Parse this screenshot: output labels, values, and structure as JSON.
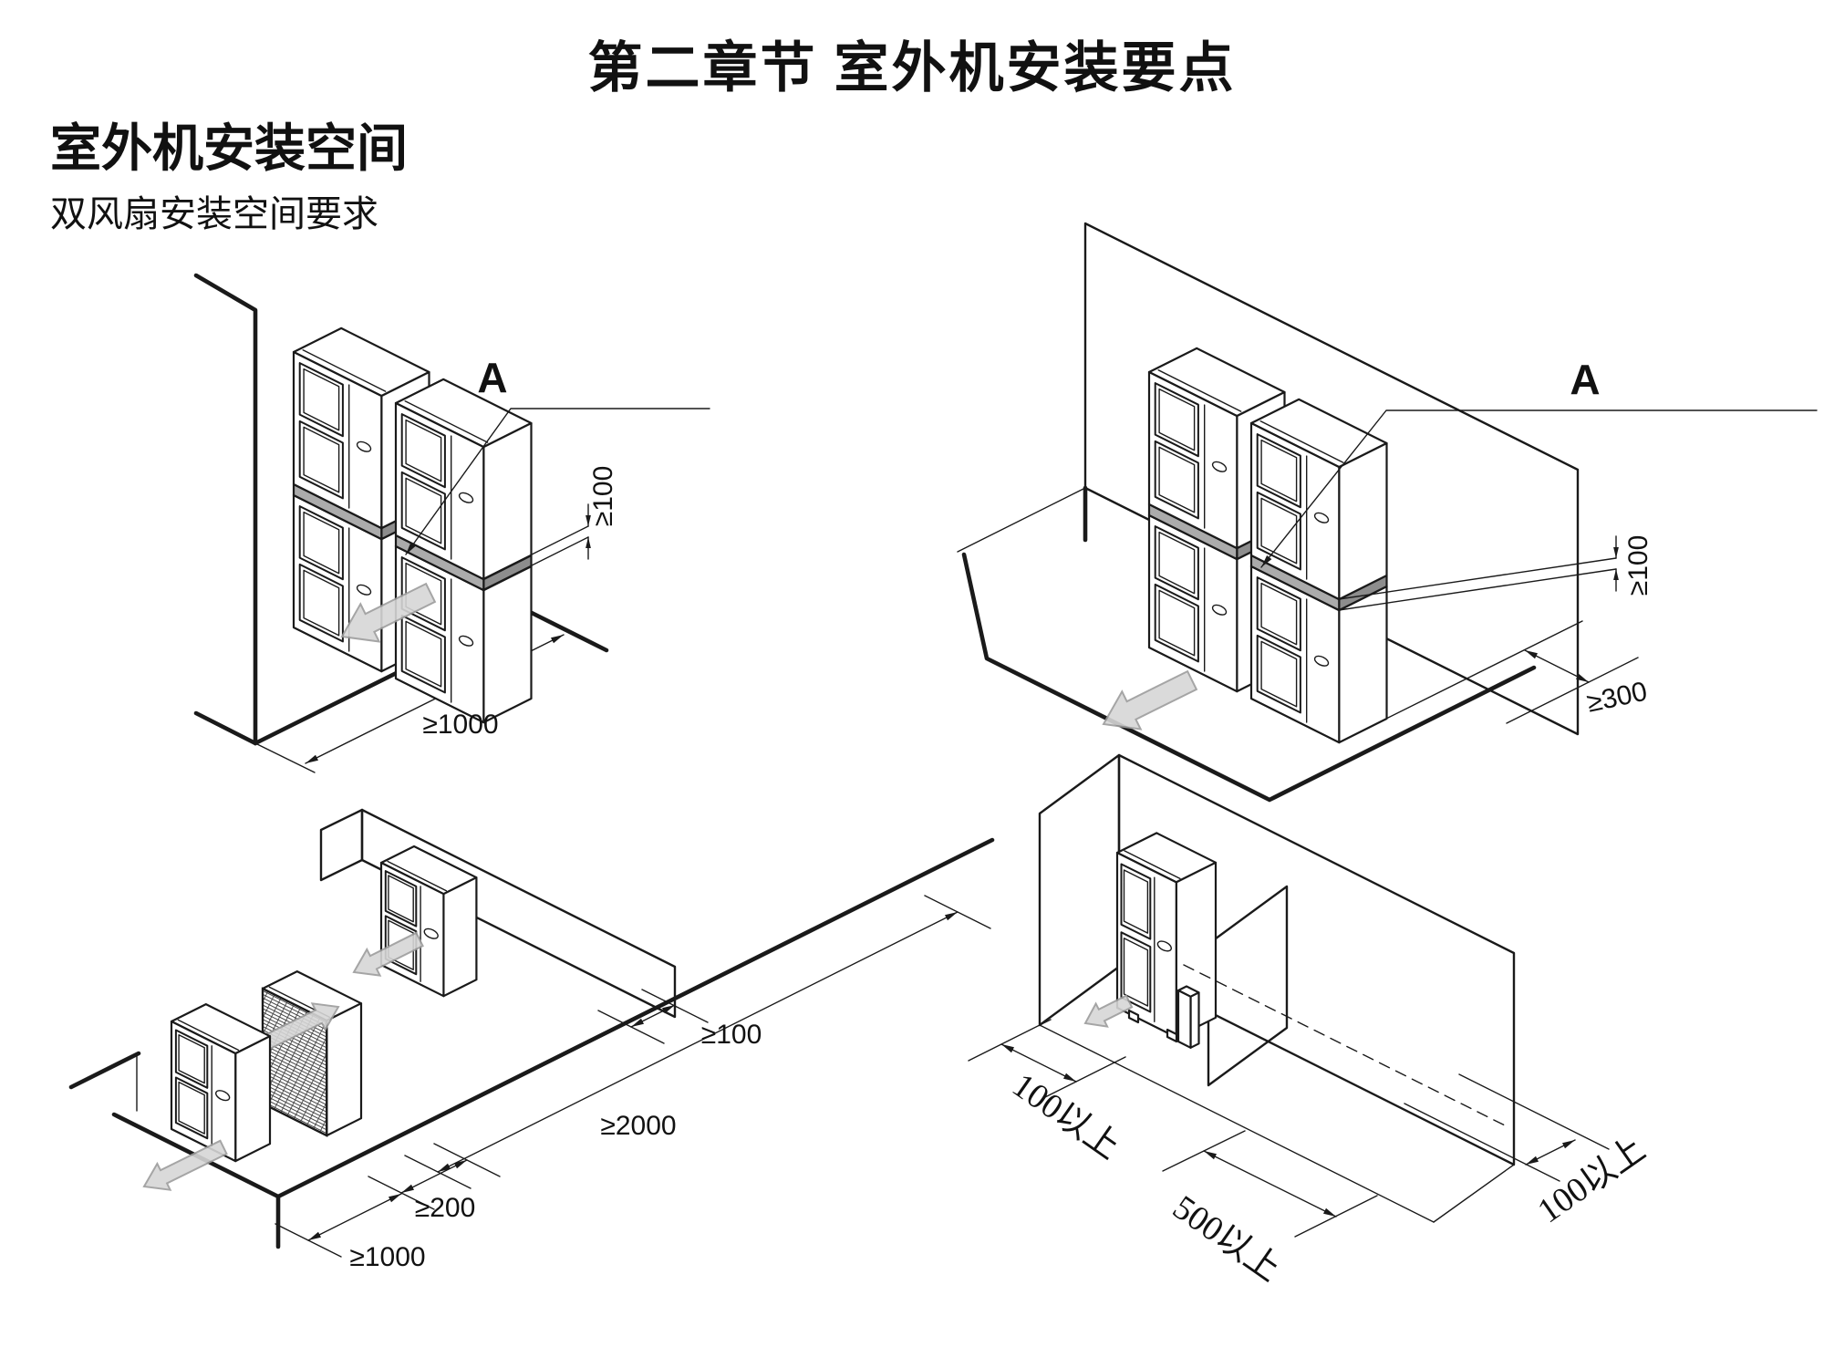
{
  "page": {
    "title": "第二章节  室外机安装要点",
    "section_heading": "室外机安装空间",
    "subheading": "双风扇安装空间要求"
  },
  "diagrams": {
    "stacked_wall": {
      "description": "stacked-units-against-single-wall",
      "marker": "A",
      "gap_dim": "≥100",
      "front_clearance": "≥1000"
    },
    "stacked_corner": {
      "description": "stacked-units-against-corner-wall",
      "marker": "A",
      "gap_dim": "≥100",
      "side_clearance": "≥300"
    },
    "row_layout": {
      "description": "multiple-units-row-layout",
      "wall_gap": "≥100",
      "front_clearance": "≥2000",
      "between_gap": "≥200",
      "left_clearance": "≥1000"
    },
    "enclosure": {
      "description": "single-unit-in-enclosure",
      "left_clearance": "100以上",
      "front_clearance": "500以上",
      "right_clearance": "100以上"
    }
  }
}
